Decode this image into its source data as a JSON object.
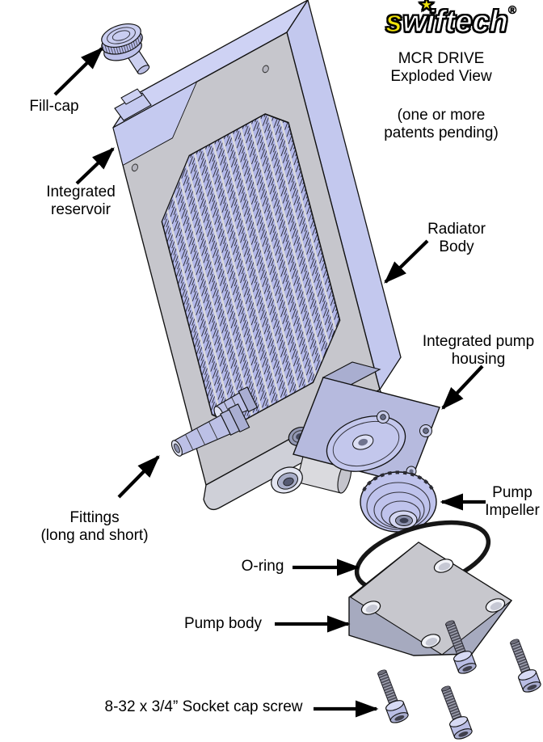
{
  "logo": {
    "brand_first_letter": "s",
    "brand_rest": "wiftech",
    "registered_mark": "®",
    "star": "★"
  },
  "header": {
    "product": "MCR DRIVE",
    "view_name": "Exploded View",
    "patent_note": "(one or more\npatents pending)"
  },
  "labels": {
    "fill_cap": "Fill-cap",
    "integrated_reservoir": "Integrated\nreservoir",
    "radiator_body": "Radiator\nBody",
    "integrated_pump_housing": "Integrated pump\nhousing",
    "pump_impeller": "Pump\nImpeller",
    "fittings": "Fittings\n(long and short)",
    "o_ring": "O-ring",
    "pump_body": "Pump body",
    "socket_cap_screw": "8-32 x 3/4” Socket cap screw"
  },
  "colors": {
    "part_periwinkle": "#b9bdec",
    "part_gray": "#c6c6cc",
    "logo_yellow": "#f0e20a",
    "oring_black": "#161616",
    "outline_black": "#000000"
  }
}
